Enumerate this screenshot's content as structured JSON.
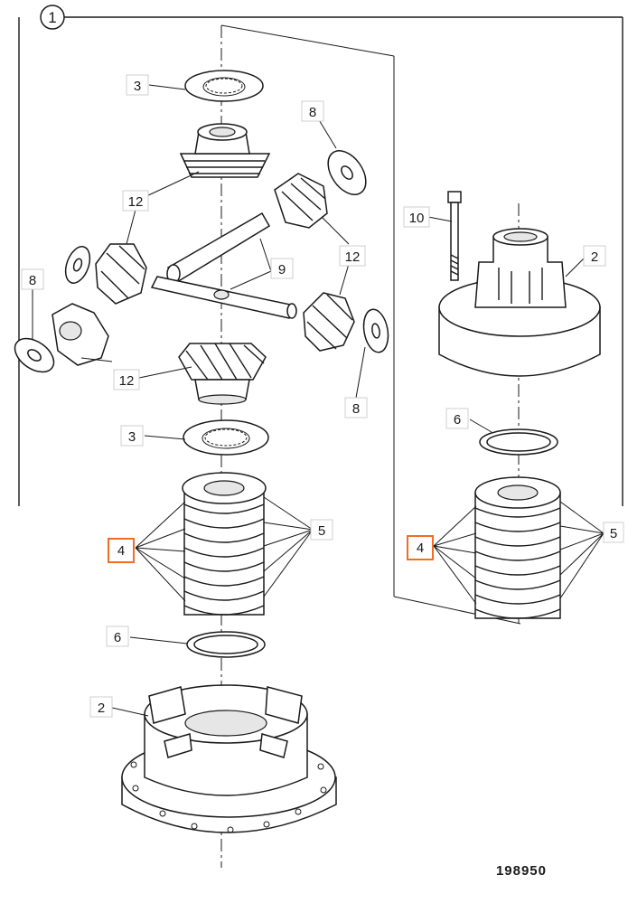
{
  "figure_number": "1",
  "drawing_code": "198950",
  "highlight_color": "#f26d22",
  "labels": {
    "p3_top": "3",
    "p8_top": "8",
    "p12_top": "12",
    "p10": "10",
    "p2_right": "2",
    "p12_mid": "12",
    "p8_left": "8",
    "p9": "9",
    "p12_left": "12",
    "p8_right": "8",
    "p3_mid": "3",
    "p6_right": "6",
    "p4_left": "4",
    "p5_left": "5",
    "p4_right": "4",
    "p5_right": "5",
    "p6_left": "6",
    "p2_bottom": "2"
  }
}
